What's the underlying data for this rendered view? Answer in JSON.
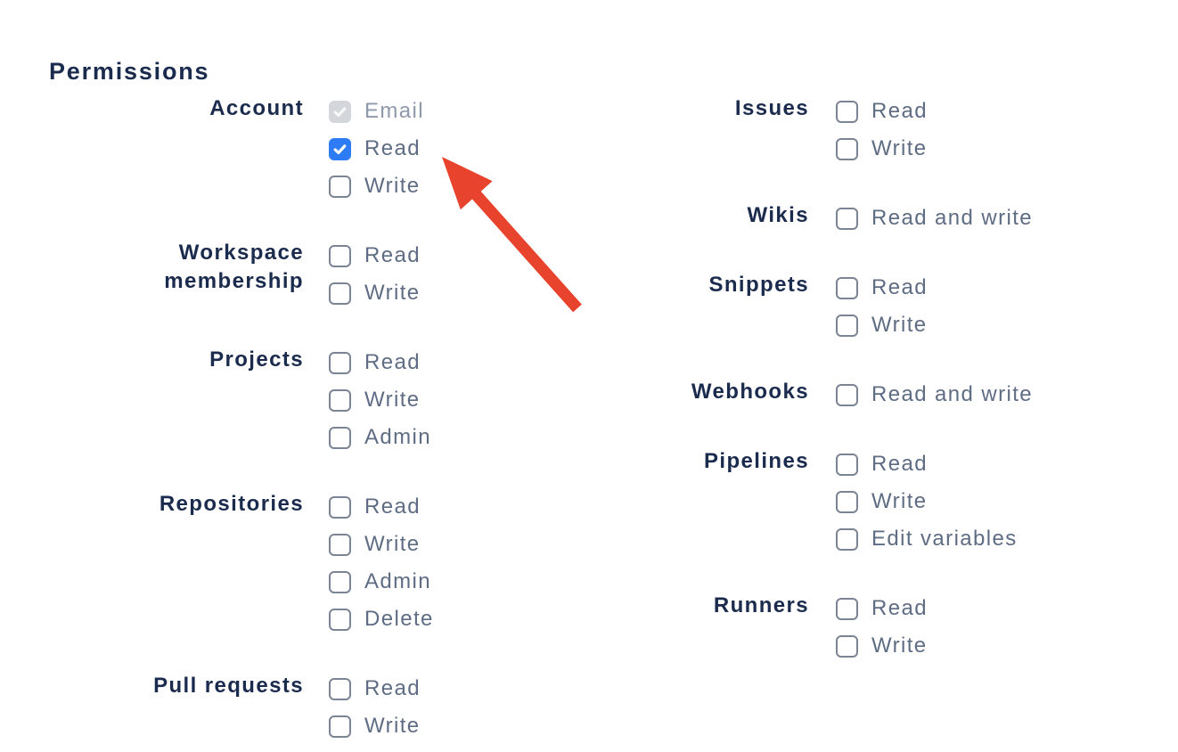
{
  "page": {
    "title": "Permissions"
  },
  "colors": {
    "heading_text": "#1b2b4d",
    "group_label_text": "#1b2b4d",
    "option_label_text": "#5e6c84",
    "disabled_option_label_text": "#8e99ab",
    "checkbox_border": "#7b8494",
    "checkbox_checked_fill": "#2e7cf5",
    "checkbox_disabled_fill": "#d3d6db",
    "annotation_arrow": "#e8432c"
  },
  "columns": [
    {
      "groups": [
        {
          "label": "Account",
          "options": [
            {
              "label": "Email",
              "state": "checked_disabled"
            },
            {
              "label": "Read",
              "state": "checked"
            },
            {
              "label": "Write",
              "state": "unchecked"
            }
          ]
        },
        {
          "label": "Workspace membership",
          "options": [
            {
              "label": "Read",
              "state": "unchecked"
            },
            {
              "label": "Write",
              "state": "unchecked"
            }
          ]
        },
        {
          "label": "Projects",
          "options": [
            {
              "label": "Read",
              "state": "unchecked"
            },
            {
              "label": "Write",
              "state": "unchecked"
            },
            {
              "label": "Admin",
              "state": "unchecked"
            }
          ]
        },
        {
          "label": "Repositories",
          "options": [
            {
              "label": "Read",
              "state": "unchecked"
            },
            {
              "label": "Write",
              "state": "unchecked"
            },
            {
              "label": "Admin",
              "state": "unchecked"
            },
            {
              "label": "Delete",
              "state": "unchecked"
            }
          ]
        },
        {
          "label": "Pull requests",
          "options": [
            {
              "label": "Read",
              "state": "unchecked"
            },
            {
              "label": "Write",
              "state": "unchecked"
            }
          ]
        }
      ]
    },
    {
      "groups": [
        {
          "label": "Issues",
          "options": [
            {
              "label": "Read",
              "state": "unchecked"
            },
            {
              "label": "Write",
              "state": "unchecked"
            }
          ]
        },
        {
          "label": "Wikis",
          "options": [
            {
              "label": "Read and write",
              "state": "unchecked"
            }
          ]
        },
        {
          "label": "Snippets",
          "options": [
            {
              "label": "Read",
              "state": "unchecked"
            },
            {
              "label": "Write",
              "state": "unchecked"
            }
          ]
        },
        {
          "label": "Webhooks",
          "options": [
            {
              "label": "Read and write",
              "state": "unchecked"
            }
          ]
        },
        {
          "label": "Pipelines",
          "options": [
            {
              "label": "Read",
              "state": "unchecked"
            },
            {
              "label": "Write",
              "state": "unchecked"
            },
            {
              "label": "Edit variables",
              "state": "unchecked"
            }
          ]
        },
        {
          "label": "Runners",
          "options": [
            {
              "label": "Read",
              "state": "unchecked"
            },
            {
              "label": "Write",
              "state": "unchecked"
            }
          ]
        }
      ]
    }
  ],
  "annotation": {
    "type": "red-arrow",
    "color": "#e8432c"
  }
}
